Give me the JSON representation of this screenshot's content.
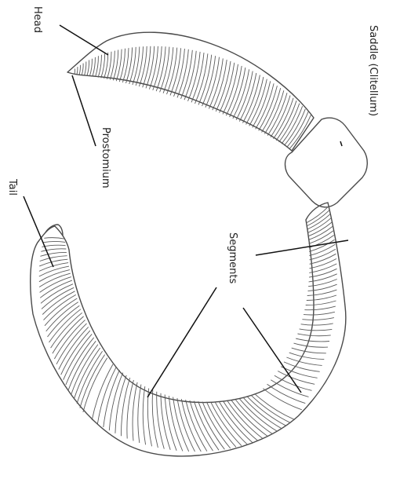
{
  "labels": {
    "head": "Head",
    "prostomium": "Prostomium",
    "saddle": "Saddle (Clitellum)",
    "segments": "Segments",
    "tail": "Tail"
  },
  "colors": {
    "outline": "#4a4a4a",
    "leader": "#111111",
    "text": "#222222",
    "background": "#ffffff"
  }
}
